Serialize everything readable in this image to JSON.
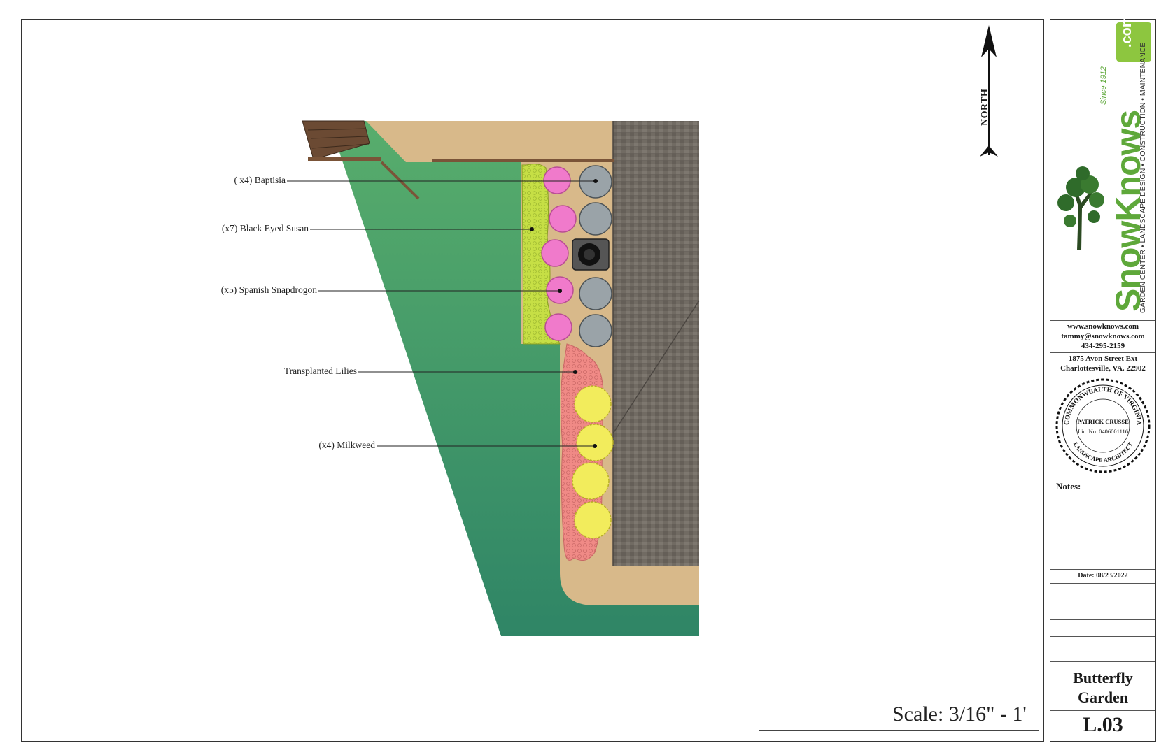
{
  "plan": {
    "labels": [
      {
        "text": "( x4) Baptisia"
      },
      {
        "text": "(x7) Black Eyed Susan"
      },
      {
        "text": "(x5) Spanish Snapdrogon"
      },
      {
        "text": "Transplanted Lilies"
      },
      {
        "text": "(x4) Milkweed"
      }
    ],
    "north": "NORTH",
    "scale": "Scale: 3/16\" - 1'",
    "colors": {
      "lawn": "#3f9a6a",
      "mulch": "#d8b98a",
      "roof": "#6e6860",
      "baptisia": "#9aa3a8",
      "black_eyed_susan": "#c8e04a",
      "snapdragon": "#f07acb",
      "lilies": "#f08a86",
      "milkweed": "#f2ec5c",
      "deck": "#7a5438"
    }
  },
  "title_block": {
    "logo": {
      "brand": "SnowKnows",
      "tld": ".com",
      "since": "Since 1912",
      "tagline": "GARDEN CENTER • LANDSCAPE DESIGN • CONSTRUCTION • MAINTENANCE"
    },
    "contact": {
      "web": "www.snowknows.com",
      "email": "tammy@snowknows.com",
      "phone": "434-295-2159"
    },
    "address": {
      "line1": "1875 Avon Street Ext",
      "line2": "Charlottesville, VA. 22902"
    },
    "seal": {
      "top": "COMMONWEALTH OF VIRGINIA",
      "name": "PATRICK CRUSSE",
      "lic": "Lic. No. 0406001116",
      "bottom": "LANDSCAPE ARCHITECT"
    },
    "notes_label": "Notes:",
    "date": "Date: 08/23/2022",
    "project_title_1": "Butterfly",
    "project_title_2": "Garden",
    "sheet_number": "L.03"
  }
}
